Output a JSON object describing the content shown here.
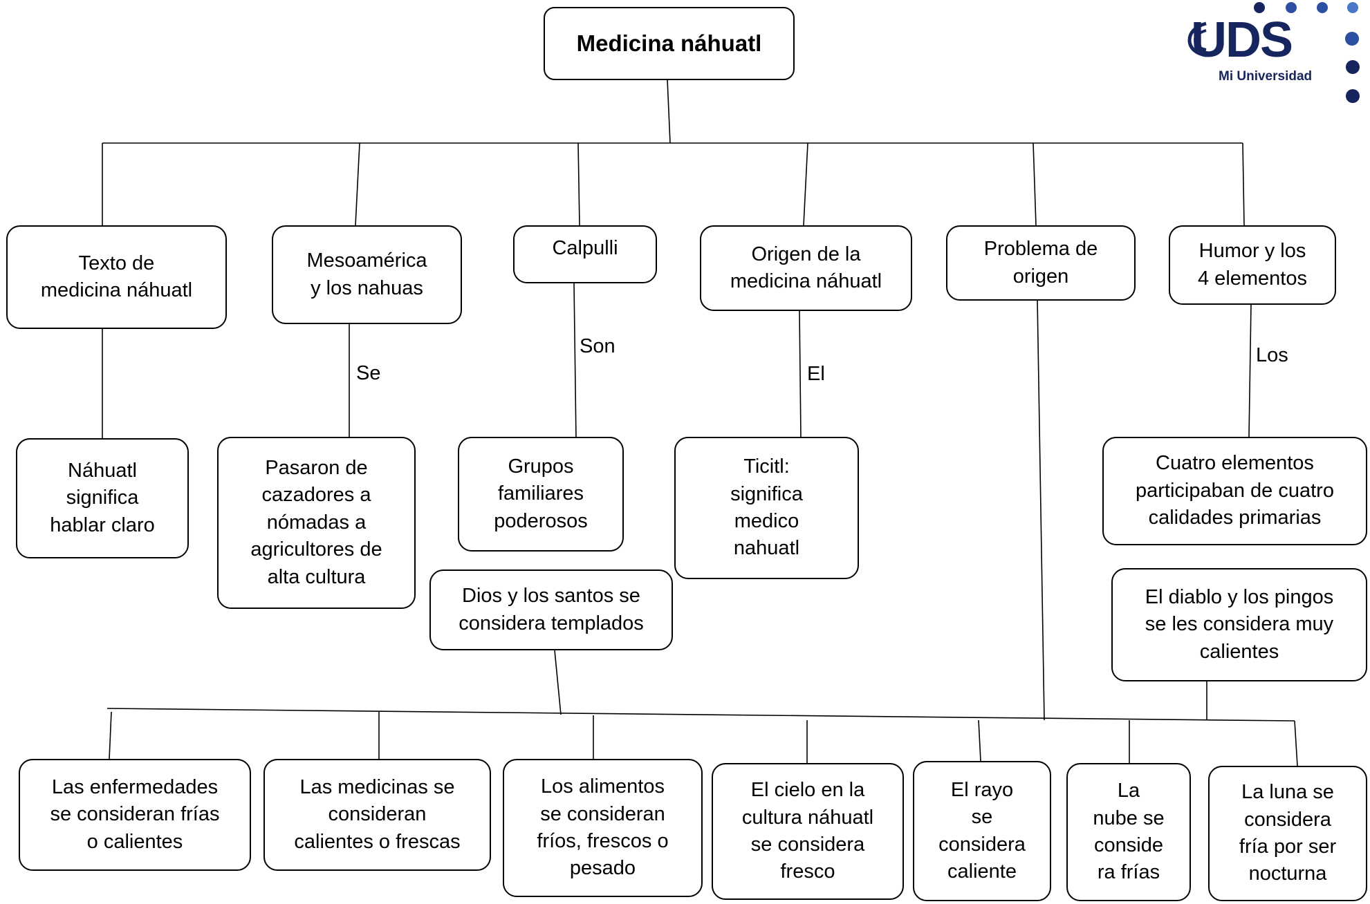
{
  "title": "Medicina náhuatl",
  "logo": {
    "brand": "UDS",
    "tagline": "Mi Universidad",
    "colors": [
      "#17255e",
      "#2d4fa3",
      "#4a78c8"
    ]
  },
  "branches": [
    {
      "id": "texto",
      "label": "Texto de\nmedicina náhuatl",
      "connector": "",
      "child": "Náhuatl\nsignifica\nhablar claro"
    },
    {
      "id": "meso",
      "label": "Mesoamérica\ny los nahuas",
      "connector": "Se",
      "child": "Pasaron de\ncazadores a\nnómadas a\nagricultores de\nalta cultura"
    },
    {
      "id": "calpulli",
      "label": "Calpulli",
      "connector": "Son",
      "child": "Grupos\nfamiliares\npoderosos"
    },
    {
      "id": "origen",
      "label": "Origen de la\nmedicina náhuatl",
      "connector": "El",
      "child": "Ticitl:\nsignifica\nmedico\nnahuatl"
    },
    {
      "id": "problema",
      "label": "Problema de\norigen",
      "connector": "",
      "child": ""
    },
    {
      "id": "humor",
      "label": "Humor y los\n4 elementos",
      "connector": "Los",
      "child": "Cuatro elementos\nparticipaban de cuatro\ncalidades primarias"
    }
  ],
  "dios": "Dios y los santos se\nconsidera templados",
  "diablo": "El diablo y los pingos\nse les considera  muy\ncalientes",
  "bottom": [
    "Las enfermedades\nse consideran frías\no calientes",
    "Las medicinas se\nconsideran\ncalientes o frescas",
    "Los alimentos\nse consideran\nfríos, frescos o\npesado",
    "El cielo en la\ncultura náhuatl\nse considera\nfresco",
    "El rayo\nse\nconsidera\ncaliente",
    "La\nnube se\nconside\nra frías",
    "La luna se\nconsidera\nfría por ser\nnocturna"
  ]
}
